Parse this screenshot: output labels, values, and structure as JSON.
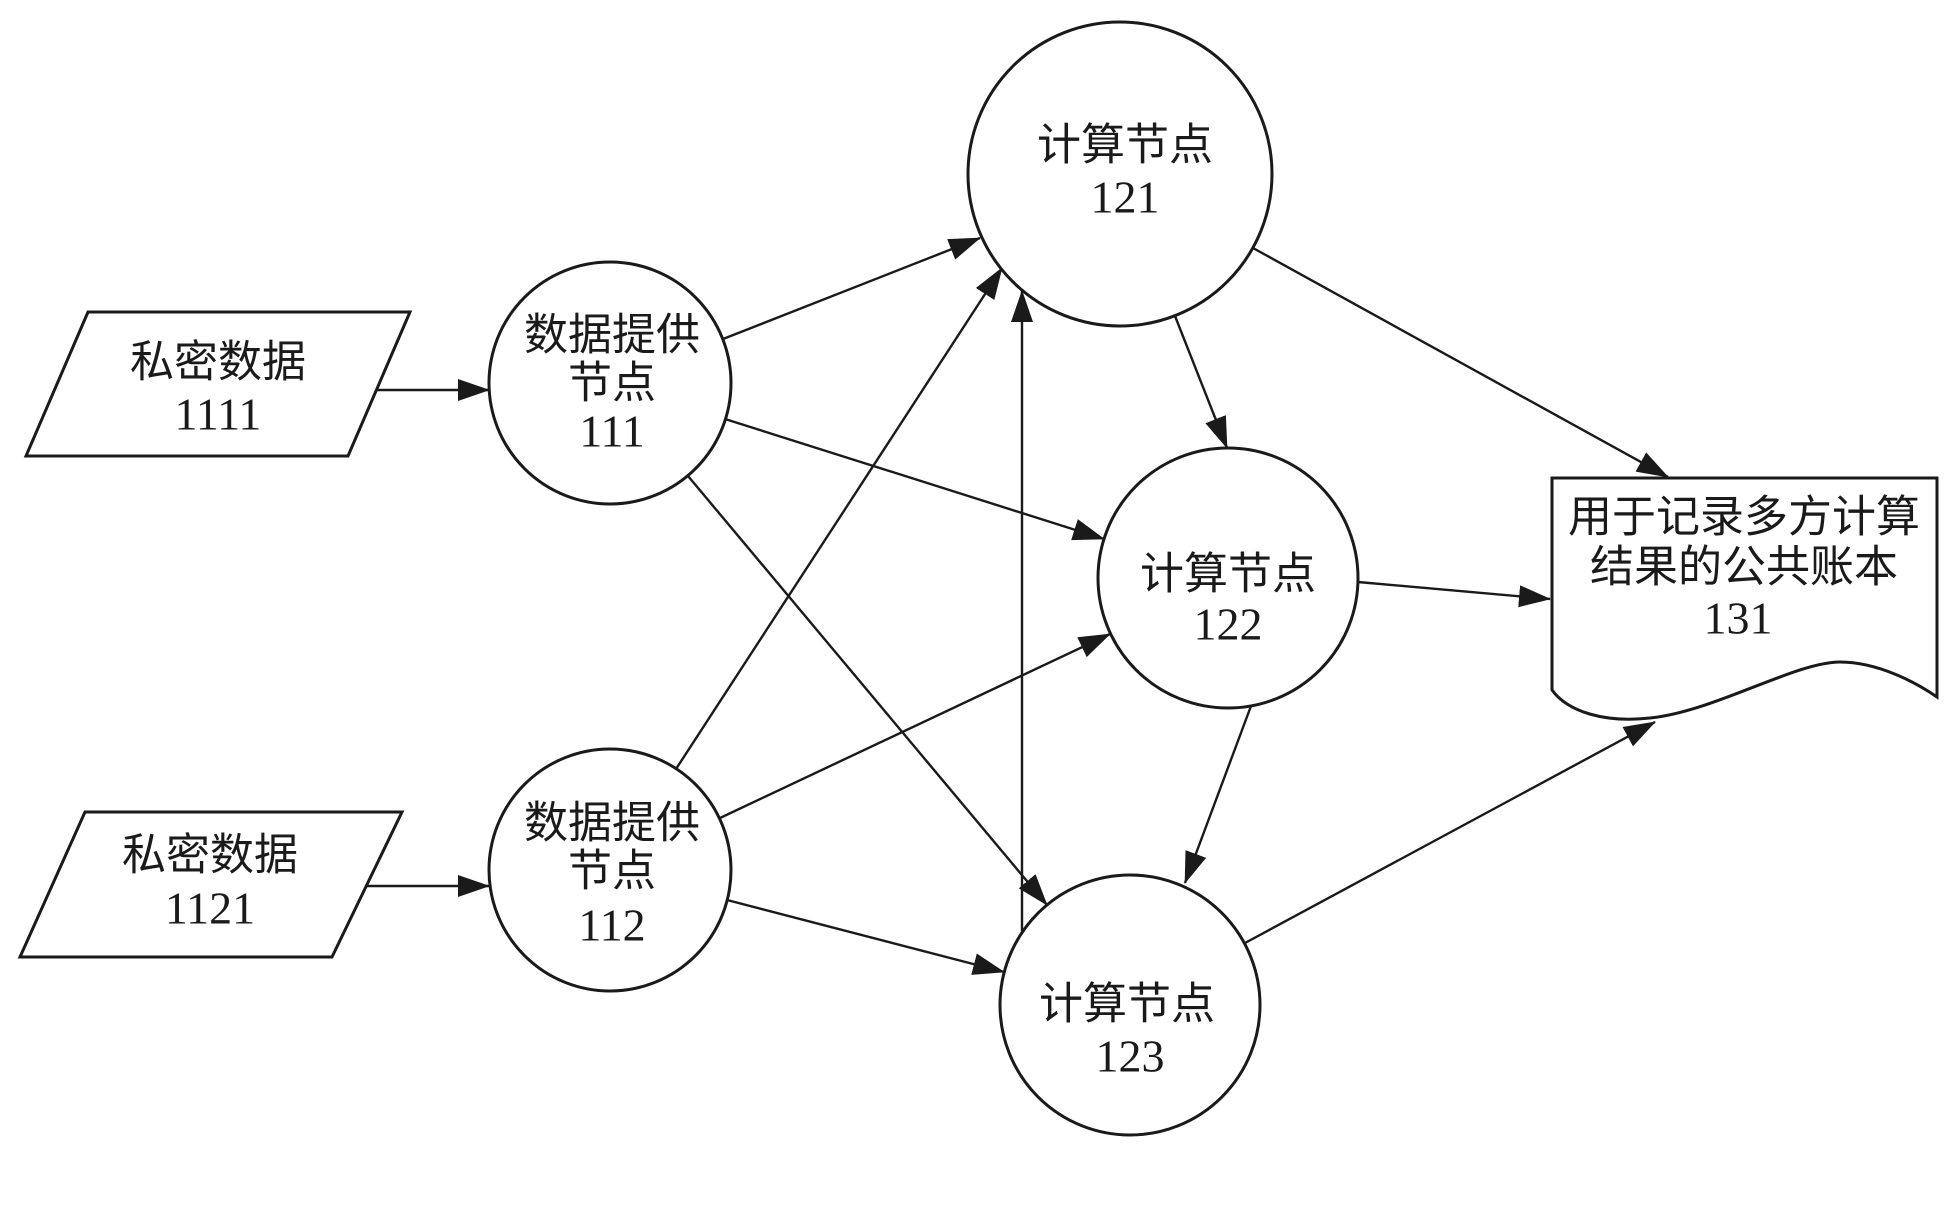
{
  "figure": {
    "background_color": "#ffffff",
    "stroke_color": "#1a1a1a",
    "text_color": "#1a1a1a"
  },
  "nodes": {
    "private_data_1111": {
      "shape": "parallelogram",
      "label": "私密数据",
      "number": "1111"
    },
    "private_data_1121": {
      "shape": "parallelogram",
      "label": "私密数据",
      "number": "1121"
    },
    "provider_111": {
      "shape": "circle",
      "label_line1": "数据提供",
      "label_line2": "节点",
      "number": "111"
    },
    "provider_112": {
      "shape": "circle",
      "label_line1": "数据提供",
      "label_line2": "节点",
      "number": "112"
    },
    "compute_121": {
      "shape": "circle",
      "label": "计算节点",
      "number": "121"
    },
    "compute_122": {
      "shape": "circle",
      "label": "计算节点",
      "number": "122"
    },
    "compute_123": {
      "shape": "circle",
      "label": "计算节点",
      "number": "123"
    },
    "ledger_131": {
      "shape": "document",
      "label_line1": "用于记录多方计算",
      "label_line2": "结果的公共账本",
      "number": "131"
    }
  },
  "edges": [
    {
      "from": "private_data_1111",
      "to": "provider_111"
    },
    {
      "from": "private_data_1121",
      "to": "provider_112"
    },
    {
      "from": "provider_111",
      "to": "compute_121"
    },
    {
      "from": "provider_111",
      "to": "compute_122"
    },
    {
      "from": "provider_111",
      "to": "compute_123"
    },
    {
      "from": "provider_112",
      "to": "compute_121"
    },
    {
      "from": "provider_112",
      "to": "compute_122"
    },
    {
      "from": "provider_112",
      "to": "compute_123"
    },
    {
      "from": "compute_121",
      "to": "compute_122"
    },
    {
      "from": "compute_121",
      "to": "ledger_131"
    },
    {
      "from": "compute_122",
      "to": "compute_123"
    },
    {
      "from": "compute_122",
      "to": "ledger_131"
    },
    {
      "from": "compute_123",
      "to": "compute_121"
    },
    {
      "from": "compute_123",
      "to": "ledger_131"
    }
  ]
}
